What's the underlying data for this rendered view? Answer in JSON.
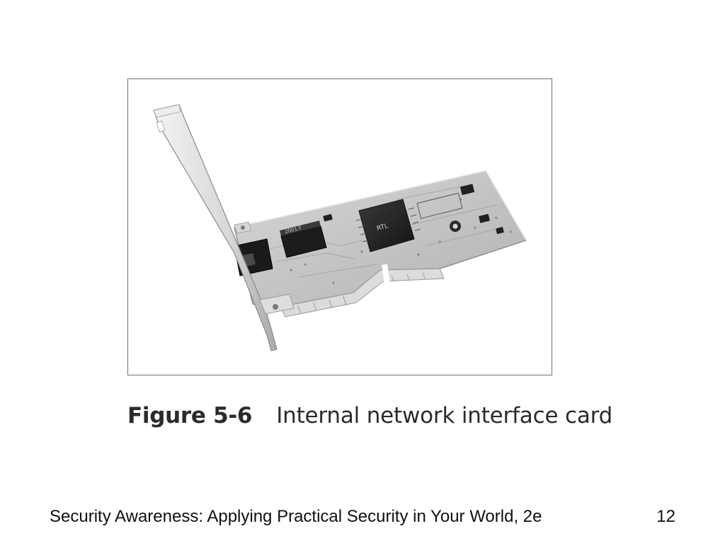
{
  "figure": {
    "label": "Figure 5-6",
    "title": "Internal network interface card",
    "image_subject": "network-interface-card-photo"
  },
  "footer": {
    "title": "Security Awareness: Applying Practical Security in Your World, 2e",
    "page_number": "12"
  }
}
